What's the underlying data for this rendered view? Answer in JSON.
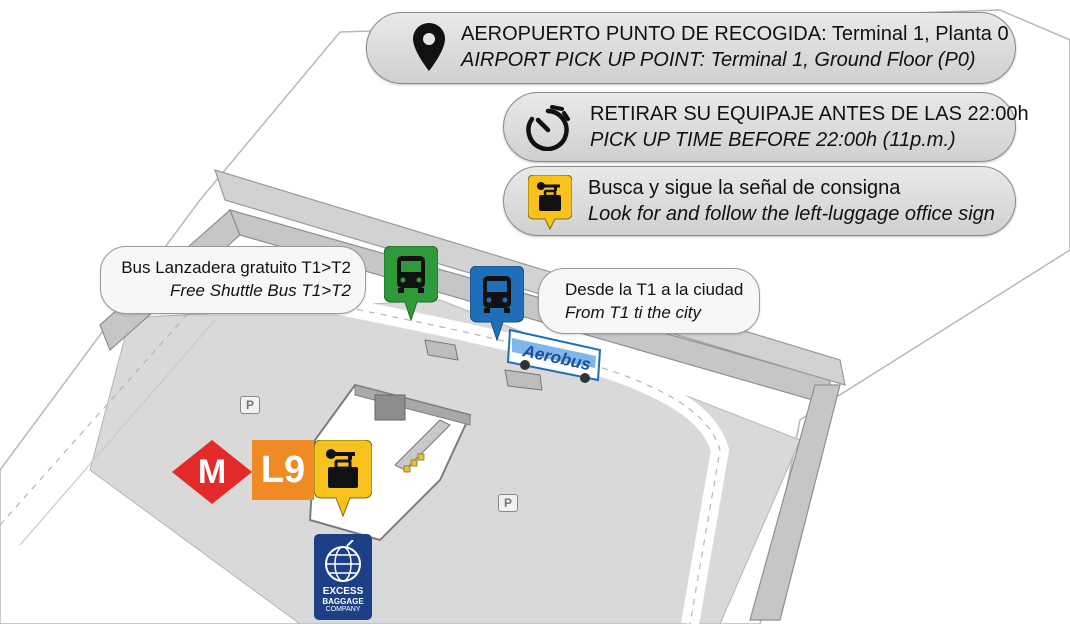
{
  "pickup_point": {
    "spanish": "AEROPUERTO PUNTO DE RECOGIDA: Terminal 1, Planta 0",
    "english": "AIRPORT PICK UP POINT:  Terminal 1, Ground Floor (P0)",
    "icon": "location-pin-icon"
  },
  "pickup_time": {
    "spanish": "RETIRAR SU EQUIPAJE ANTES DE LAS 22:00h",
    "english": "PICK UP TIME BEFORE 22:00h (11p.m.)",
    "icon": "timer-icon"
  },
  "left_luggage_sign": {
    "spanish": "Busca y sigue la señal de consigna",
    "english": "Look for and follow the left-luggage office sign",
    "icon": "left-luggage-icon",
    "color": "#f7c21b"
  },
  "shuttle_bus": {
    "spanish": "Bus Lanzadera gratuito T1>T2",
    "english": "Free Shuttle Bus T1>T2",
    "color": "#2e9a3a"
  },
  "city_bus": {
    "spanish": "Desde la T1 a la ciudad",
    "english": "From T1 ti the city",
    "color": "#1f6fb8"
  },
  "aerobus_label": "Aerobus",
  "metro": {
    "letter": "M",
    "color": "#e32b2b"
  },
  "line": {
    "label": "L9",
    "color": "#f08a24"
  },
  "parking_label": "P",
  "company": {
    "line1": "EXCESS",
    "line2": "BAGGAGE",
    "line3": "COMPANY",
    "color": "#1d3f86"
  }
}
